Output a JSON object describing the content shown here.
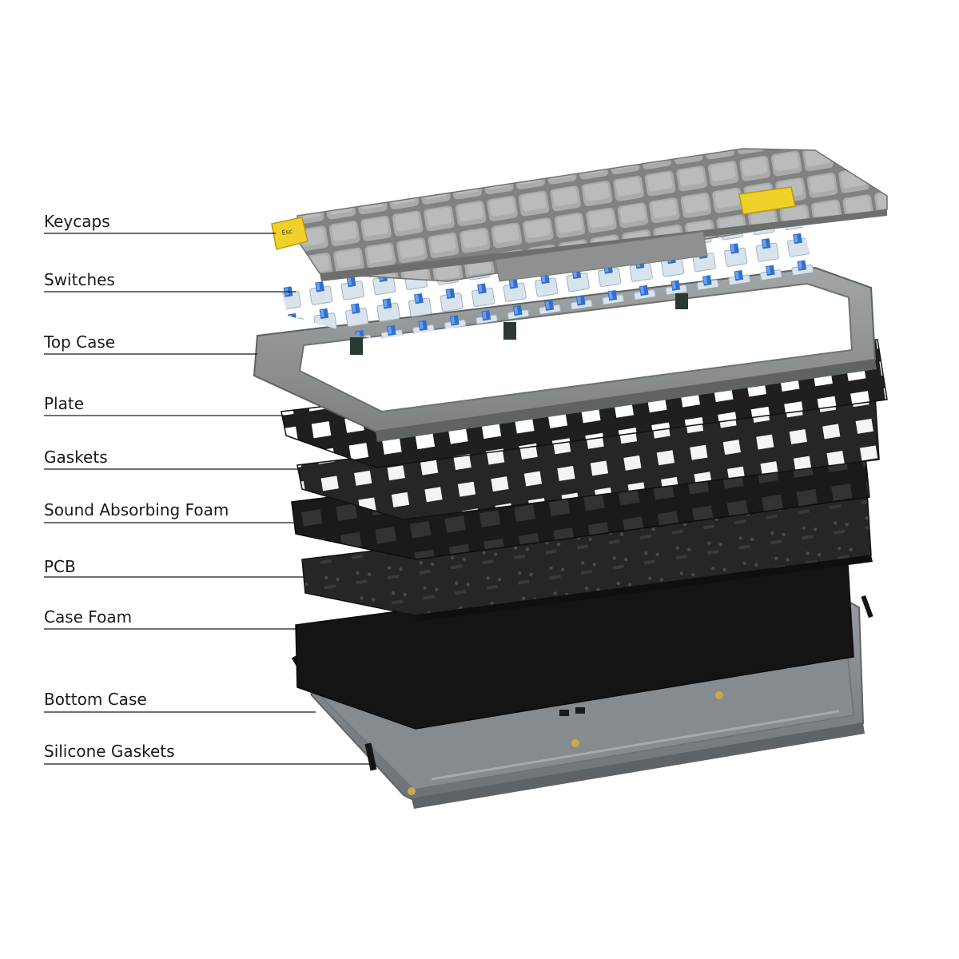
{
  "diagram": {
    "layers": [
      {
        "id": "keycaps",
        "label": "Keycaps"
      },
      {
        "id": "switches",
        "label": "Switches"
      },
      {
        "id": "top-case",
        "label": "Top Case"
      },
      {
        "id": "plate",
        "label": "Plate"
      },
      {
        "id": "gaskets",
        "label": "Gaskets"
      },
      {
        "id": "sound-foam",
        "label": "Sound Absorbing Foam"
      },
      {
        "id": "pcb",
        "label": "PCB"
      },
      {
        "id": "case-foam",
        "label": "Case Foam"
      },
      {
        "id": "bottom-case",
        "label": "Bottom Case"
      },
      {
        "id": "silicone-gaskets",
        "label": "Silicone Gaskets"
      }
    ],
    "keycap_legend": "Esc",
    "colors": {
      "keycap_light": "#a9acab",
      "keycap_dark": "#8a8d8c",
      "keycap_accent": "#f0d12a",
      "switch_stem": "#2f6fd0",
      "switch_housing": "#d9e3ec",
      "top_case": "#8e9292",
      "plate": "#1f1f1f",
      "foam": "#141414",
      "pcb": "#262626",
      "bottom_case": "#7b8184",
      "callout_line": "#1a1a1a"
    }
  }
}
